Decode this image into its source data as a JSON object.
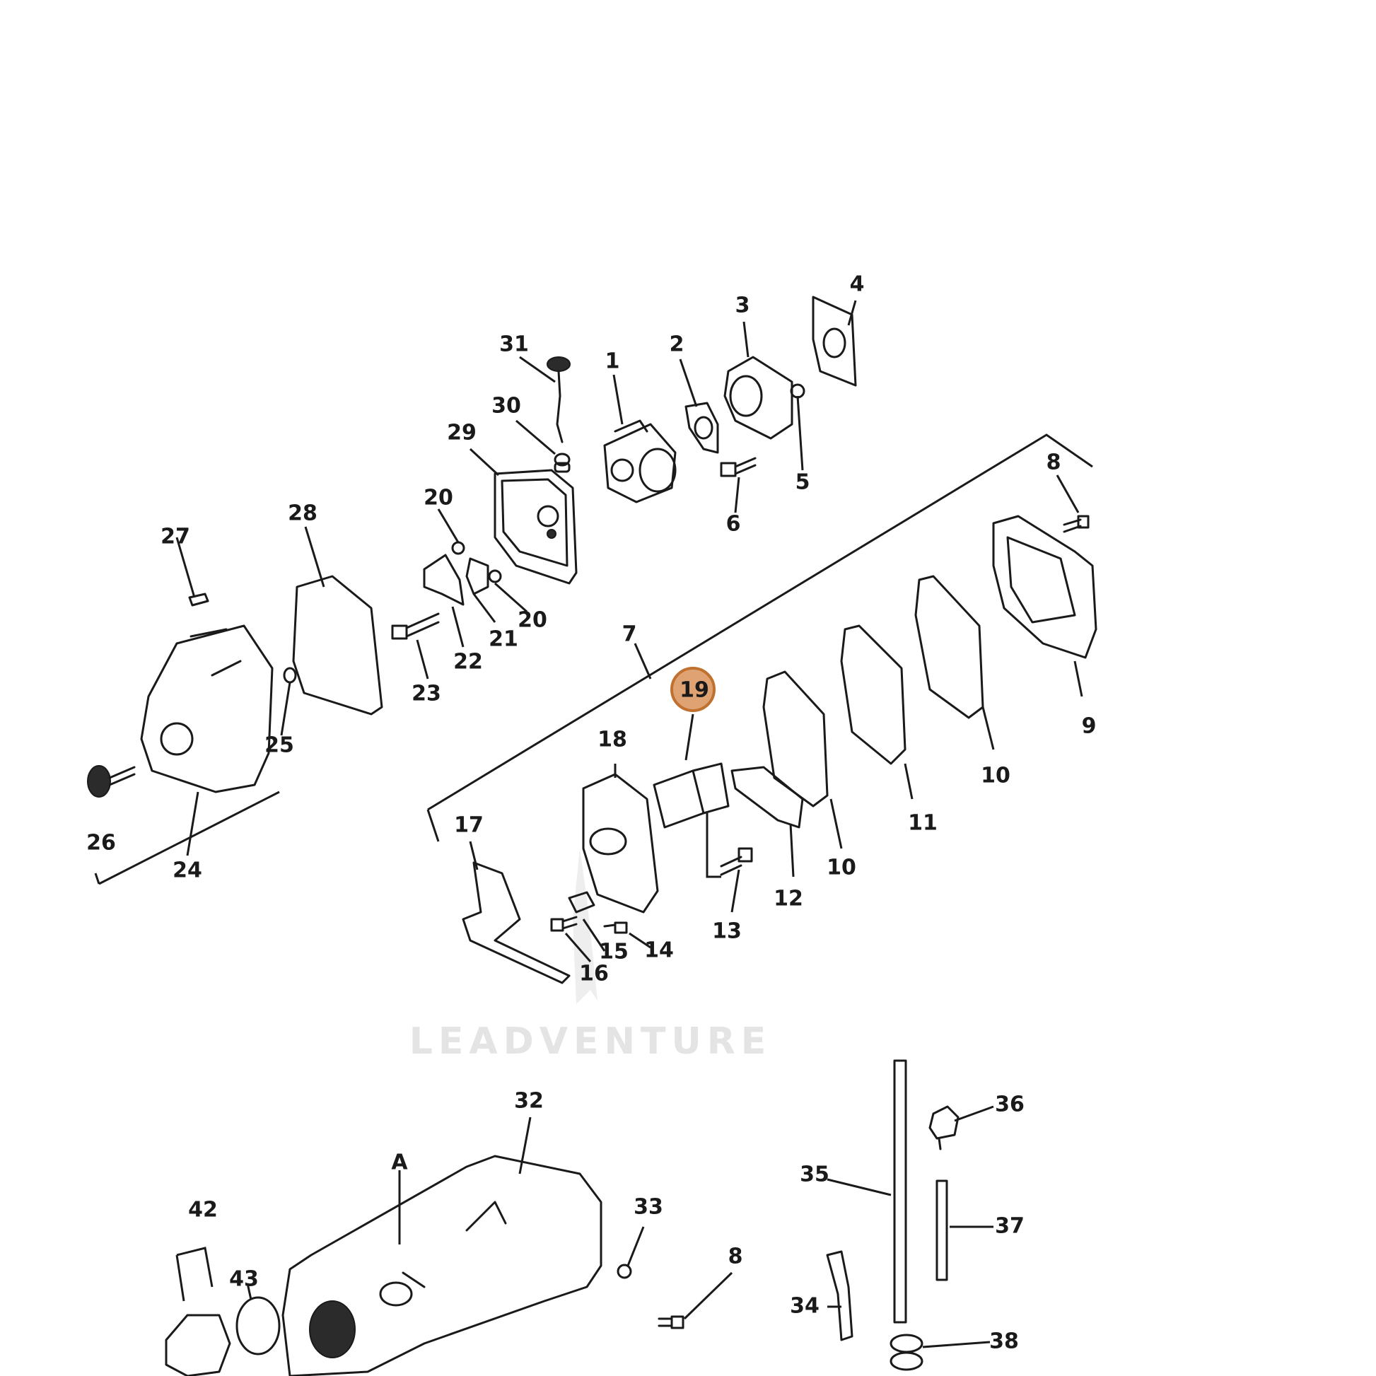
{
  "watermark": "LEADVENTURE",
  "highlight_color": "#d9935a",
  "callouts": {
    "c1": "1",
    "c2": "2",
    "c3": "3",
    "c4": "4",
    "c5": "5",
    "c6": "6",
    "c7": "7",
    "c8a": "8",
    "c8b": "8",
    "c9": "9",
    "c10a": "10",
    "c10b": "10",
    "c11": "11",
    "c12": "12",
    "c13": "13",
    "c14": "14",
    "c15": "15",
    "c16": "16",
    "c17": "17",
    "c18": "18",
    "c19": "19",
    "c20a": "20",
    "c20b": "20",
    "c21": "21",
    "c22": "22",
    "c23": "23",
    "c24": "24",
    "c25": "25",
    "c26": "26",
    "c27": "27",
    "c28": "28",
    "c29": "29",
    "c30": "30",
    "c31": "31",
    "c32": "32",
    "c33": "33",
    "c34": "34",
    "c35": "35",
    "c36": "36",
    "c37": "37",
    "c38": "38",
    "c42": "42",
    "c43": "43",
    "cA": "A"
  },
  "highlighted_part": "19"
}
